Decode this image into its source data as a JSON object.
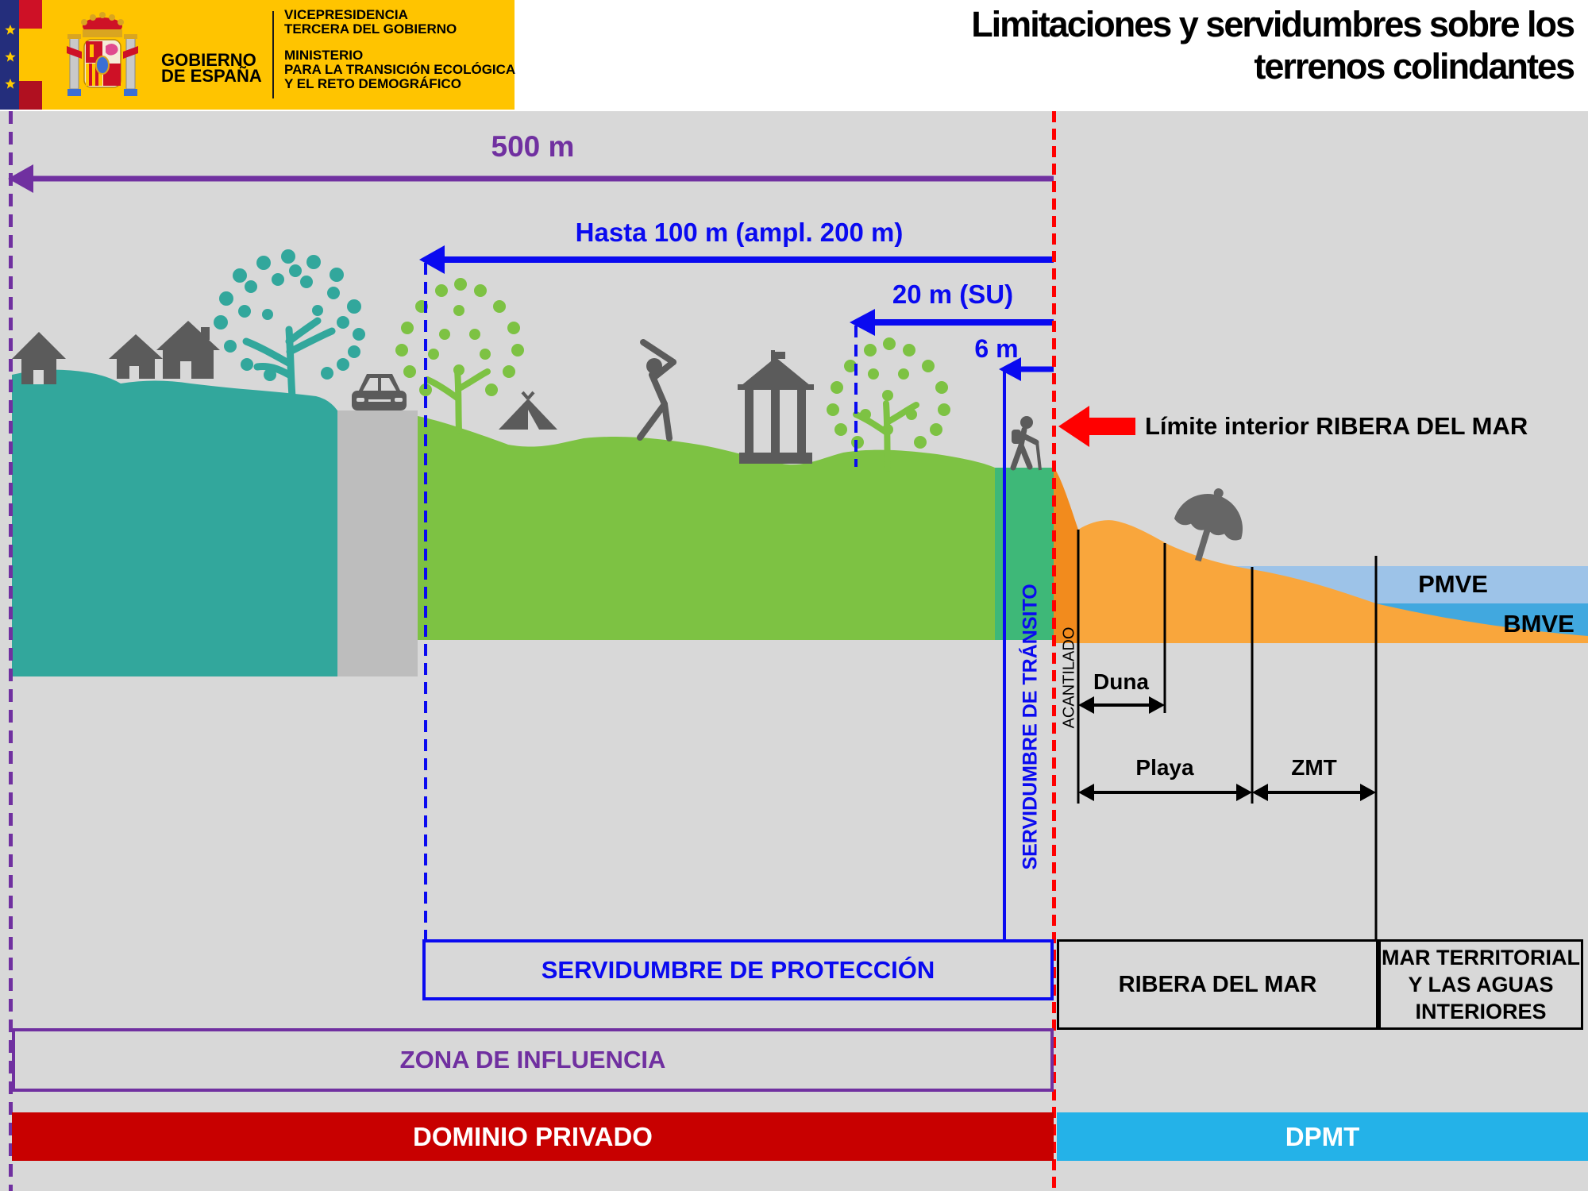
{
  "header": {
    "logo": {
      "gobierno_line1": "GOBIERNO",
      "gobierno_line2": "DE ESPAÑA",
      "vice_line1": "VICEPRESIDENCIA",
      "vice_line2": "TERCERA DEL GOBIERNO",
      "min_line1": "MINISTERIO",
      "min_line2": "PARA LA TRANSICIÓN ECOLÓGICA",
      "min_line3": "Y EL RETO DEMOGRÁFICO"
    },
    "title_line1": "Limitaciones y servidumbres sobre los",
    "title_line2": "terrenos colindantes"
  },
  "measurements": {
    "m500": "500 m",
    "hasta100": "Hasta 100 m (ampl. 200 m)",
    "m20": "20 m (SU)",
    "m6": "6 m"
  },
  "annotations": {
    "limite_interior": "Límite interior  RIBERA DEL MAR",
    "servidumbre_transito": "SERVIDUMBRE DE TRÁNSITO",
    "acantilado": "ACANTILADO",
    "duna": "Duna",
    "playa": "Playa",
    "zmt": "ZMT",
    "pmve": "PMVE",
    "bmve": "BMVE"
  },
  "zones": {
    "proteccion": "SERVIDUMBRE DE PROTECCIÓN",
    "influencia": "ZONA DE INFLUENCIA",
    "ribera": "RIBERA DEL MAR",
    "mar_territorial": "MAR TERRITORIAL Y LAS AGUAS INTERIORES",
    "dominio_privado": "DOMINIO PRIVADO",
    "dpmt": "DPMT"
  },
  "colors": {
    "purple": "#7030a0",
    "blue": "#0a0af0",
    "red": "#ff0000",
    "bar_dark_red": "#c80000",
    "bar_cyan": "#24b2e8",
    "teal_terrain": "#32a79c",
    "green_terrain": "#7dc243",
    "transit_green": "#3eb878",
    "orange_beach": "#f9a63c",
    "orange_cliff": "#f28b1d",
    "pmve_band": "#9dc3e8",
    "bmve_band": "#41a8df",
    "background_gray": "#d8d8d8",
    "road_gray": "#bdbdbd",
    "icon_gray": "#5b5b5b",
    "logo_yellow": "#ffc400"
  }
}
